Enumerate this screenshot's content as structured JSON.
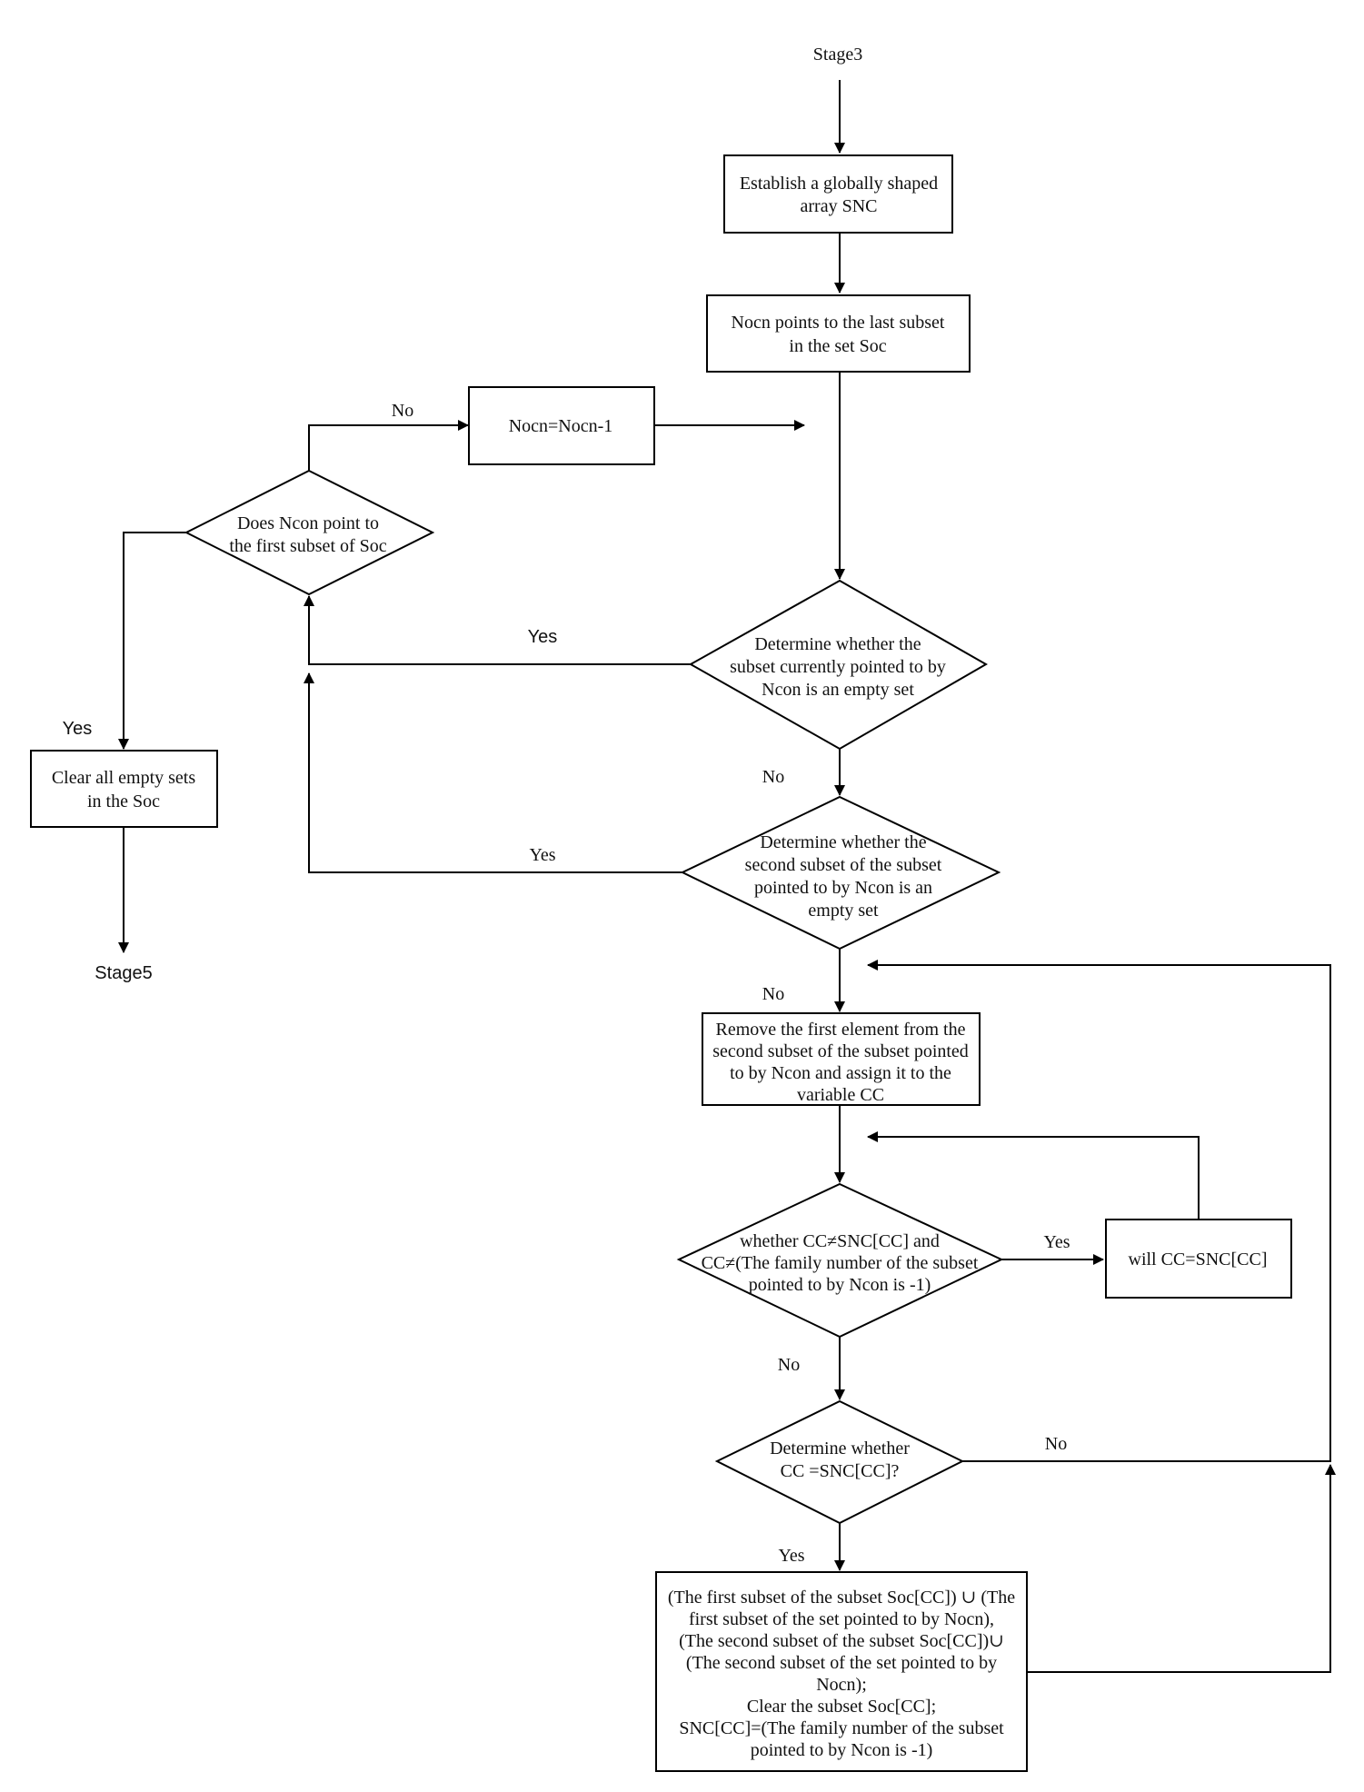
{
  "terminals": {
    "stage3": "Stage3",
    "stage5": "Stage5"
  },
  "nodes": {
    "establish_snc": [
      "Establish a globally shaped",
      "array SNC"
    ],
    "nocn_last": [
      "Nocn points to the last subset",
      "in the set Soc"
    ],
    "nocn_decrement": [
      "Nocn=Nocn-1"
    ],
    "ncon_first_question": [
      "Does Ncon point to",
      "the  first subset of Soc"
    ],
    "empty_subset_question": [
      "Determine whether the",
      "subset  currently pointed to by",
      "Ncon  is an empty set"
    ],
    "clear_empty_sets": [
      "Clear all empty sets",
      "in the Soc"
    ],
    "second_subset_question": [
      "Determine whether the",
      "second subset of the subset",
      "pointed to by Ncon is an",
      "empty set"
    ],
    "remove_first_element": [
      "Remove the first element from the",
      "second subset of the subset pointed",
      "to by Ncon and assign it to the",
      "variable CC"
    ],
    "cc_question": [
      "whether  CC≠SNC[CC] and",
      "CC≠(The family number of the subset",
      "pointed to by Ncon is -1)"
    ],
    "assign_cc": [
      "will CC=SNC[CC]"
    ],
    "cc_equal_question": [
      "Determine whether",
      "CC =SNC[CC]?"
    ],
    "merge_subsets": [
      "(The first subset of the subset Soc[CC]) ∪ (The",
      "first subset of the set pointed to by Nocn),",
      "(The second subset of the subset Soc[CC])∪",
      "(The second subset of the set pointed to by",
      "Nocn);",
      "Clear the subset Soc[CC];",
      "SNC[CC]=(The family number of the subset",
      "pointed to by Ncon is -1)"
    ]
  },
  "edge_labels": {
    "ncon_first_no": "No",
    "ncon_first_yes": "Yes",
    "empty_subset_yes": "Yes",
    "empty_subset_no": "No",
    "second_subset_yes": "Yes",
    "second_subset_no": "No",
    "cc_question_yes": "Yes",
    "cc_question_no": "No",
    "cc_equal_no": "No",
    "cc_equal_yes": "Yes"
  }
}
